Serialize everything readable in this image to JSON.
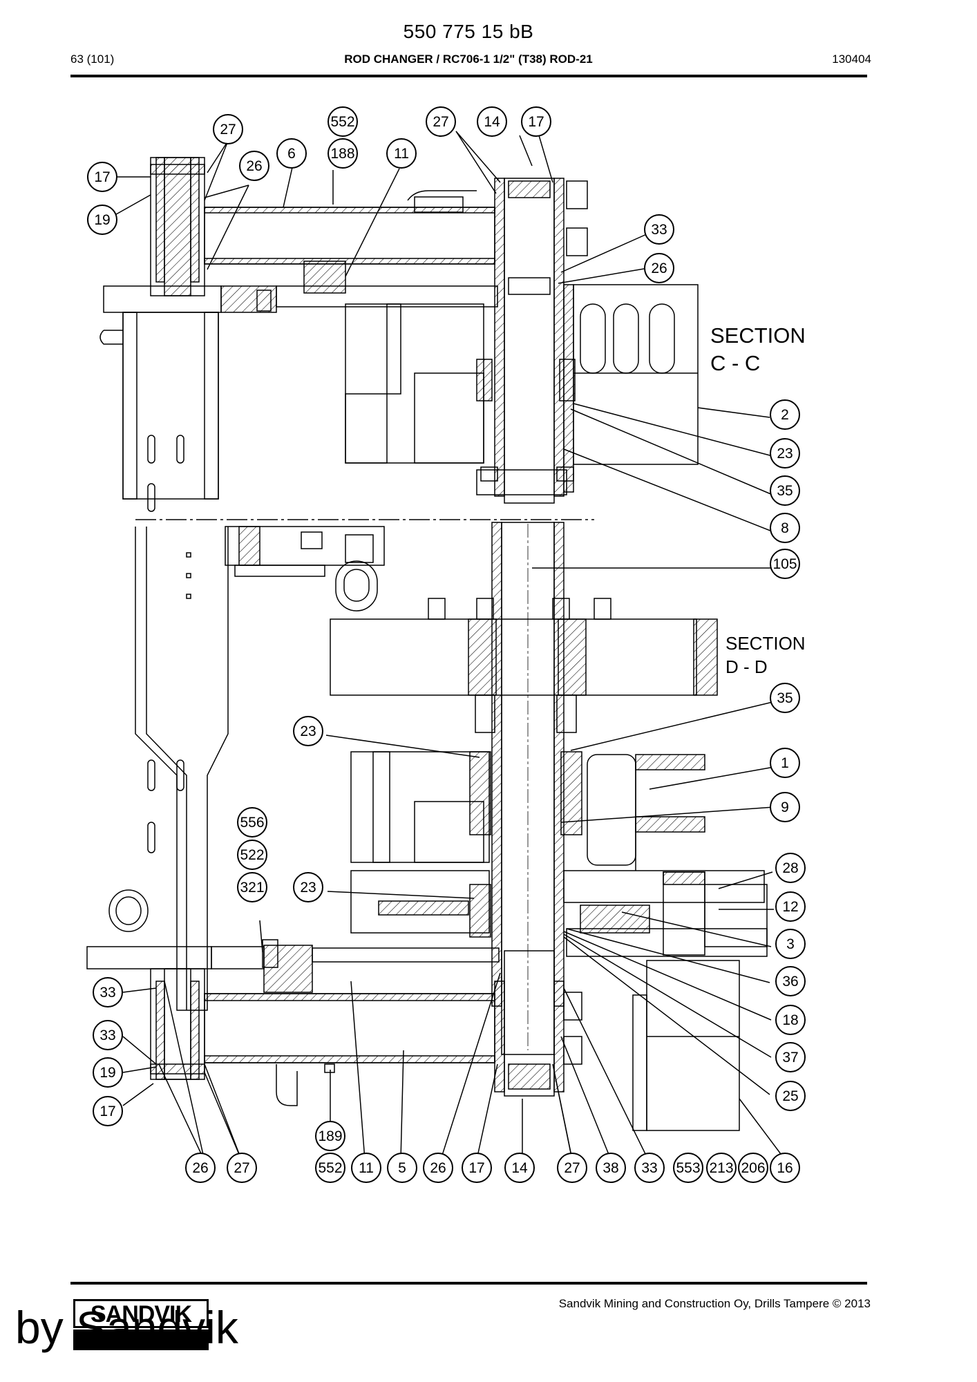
{
  "header": {
    "doc_number": "550 775 15 bB",
    "page": "63 (101)",
    "title": "ROD CHANGER / RC706-1 1/2\" (T38) ROD-21",
    "date": "130404"
  },
  "diagram": {
    "sections": [
      {
        "line1": "SECTION",
        "line2": "C - C"
      },
      {
        "line1": "SECTION",
        "line2": "D - D"
      }
    ],
    "callouts": [
      "27",
      "552",
      "188",
      "14",
      "17",
      "6",
      "11",
      "17",
      "26",
      "19",
      "33",
      "26",
      "2",
      "23",
      "35",
      "8",
      "105",
      "35",
      "23",
      "1",
      "9",
      "556",
      "522",
      "321",
      "23",
      "28",
      "12",
      "3",
      "36",
      "18",
      "37",
      "25",
      "33",
      "33",
      "19",
      "17",
      "189",
      "552",
      "26",
      "27",
      "11",
      "5",
      "26",
      "17",
      "14",
      "27",
      "38",
      "33",
      "553",
      "213",
      "206",
      "16"
    ]
  },
  "footer": {
    "company": "Sandvik Mining and Construction Oy, Drills Tampere © 2013",
    "logo_text": "SANDVIK",
    "by_text": "by Sandvik"
  },
  "colors": {
    "ink": "#000000",
    "paper": "#ffffff"
  }
}
